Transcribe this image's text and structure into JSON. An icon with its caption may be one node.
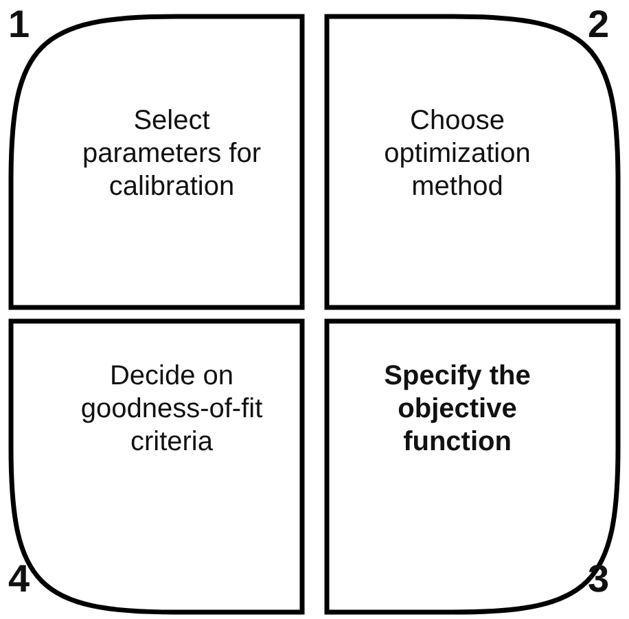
{
  "diagram": {
    "nodes": [
      {
        "text": [
          "Select parameters for calibration"
        ],
        "beside": [
          "1"
        ]
      },
      {
        "text": [
          "Choose optimization method"
        ],
        "beside": [
          "2"
        ]
      },
      {
        "text": [
          "Decide on goodness-of-fit criteria"
        ],
        "beside": [
          "4"
        ]
      },
      {
        "text": [
          "Specify the objective function"
        ],
        "beside": [
          "3"
        ]
      }
    ]
  }
}
